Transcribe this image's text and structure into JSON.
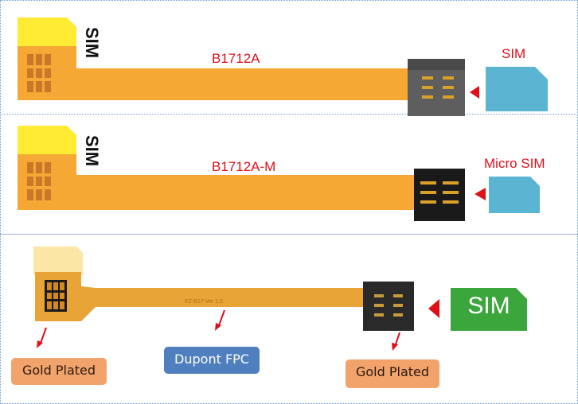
{
  "top_panel": {
    "cable_1": {
      "model": "B1712A",
      "card_side_label": "SIM",
      "slot_label": "SIM"
    },
    "cable_2": {
      "model": "B1712A-M",
      "card_side_label": "SIM",
      "slot_label": "Micro SIM"
    }
  },
  "bottom_panel": {
    "badge_left": "Gold Plated",
    "badge_center": "Dupont FPC",
    "badge_right": "Gold Plated",
    "sim_card_text": "SIM",
    "cable_print": "KZ-B17 Ver 1.0"
  },
  "colors": {
    "fpc_orange": "#f5a833",
    "sim_yellow": "#ffeb33",
    "sim_blue": "#5ab4d2",
    "sim_green": "#3ba63b",
    "red": "#e0101a",
    "badge_orange": "#f2a36b",
    "badge_blue": "#4f7fbf"
  }
}
